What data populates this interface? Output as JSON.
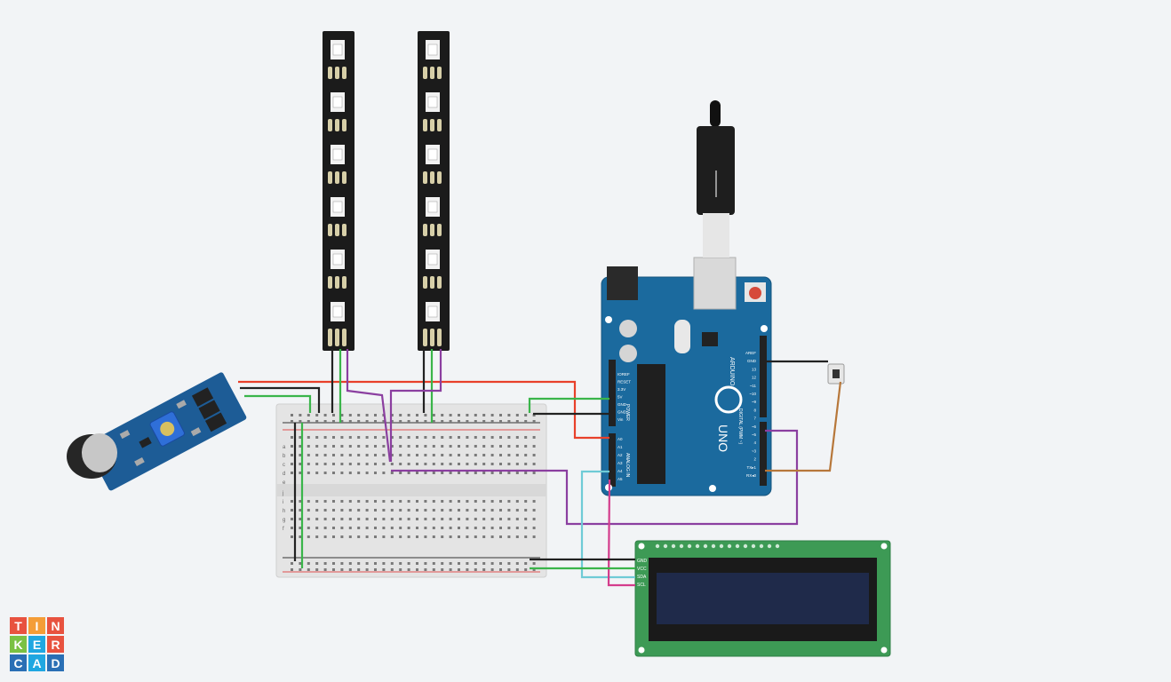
{
  "brand": {
    "letters": [
      "T",
      "I",
      "N",
      "K",
      "E",
      "R",
      "C",
      "A",
      "D"
    ]
  },
  "arduino": {
    "logo_text": "ARDUINO",
    "model_text": "UNO",
    "power_header_title": "POWER",
    "analog_header_title": "ANALOG IN",
    "digital_header_title": "DIGITAL (PWM ~)",
    "power_pins": [
      "IOREF",
      "RESET",
      "3.3V",
      "5V",
      "GND",
      "GND",
      "Vin"
    ],
    "analog_pins": [
      "A0",
      "A1",
      "A2",
      "A3",
      "A4",
      "A5"
    ],
    "digital_pins": [
      "AREF",
      "GND",
      "13",
      "12",
      "~11",
      "~10",
      "~9",
      "8",
      "7",
      "~6",
      "~5",
      "4",
      "~3",
      "2",
      "TX▸1",
      "RX◂0"
    ]
  },
  "lcd": {
    "pins": [
      "GND",
      "VCC",
      "SDA",
      "SCL"
    ]
  },
  "breadboard": {
    "rows": [
      "a",
      "b",
      "c",
      "d",
      "e",
      "f",
      "g",
      "h",
      "i",
      "j"
    ]
  },
  "colors": {
    "wire_red": "#e8402a",
    "wire_green": "#3ab54a",
    "wire_black": "#222222",
    "wire_purple": "#8b3fa0",
    "wire_cyan": "#6fcbd6",
    "wire_magenta": "#d43c8c",
    "wire_brown": "#b7773a",
    "arduino_blue": "#1b6a9e",
    "lcd_green": "#3d9a55"
  }
}
